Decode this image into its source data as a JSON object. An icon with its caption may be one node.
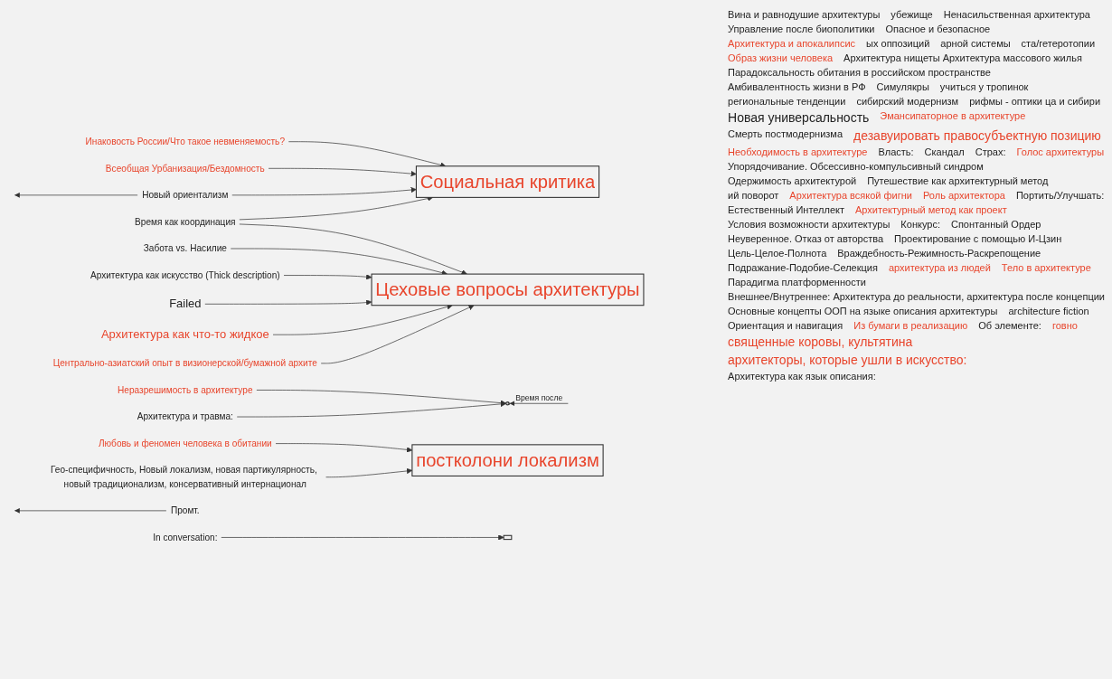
{
  "diagram": {
    "nodes": [
      {
        "text": [],
        "shape": "cloud"
      },
      {
        "text": [
          "Социальная критика"
        ]
      },
      {
        "text": [
          "постколони локализм"
        ]
      },
      {
        "text": [
          "Цеховые вопросы архитектуры"
        ]
      },
      {
        "text": [],
        "shape": "box"
      },
      {
        "text": [
          "Инаковость России/Что такое невменяемость?"
        ]
      },
      {
        "text": [
          "Всеобщая Урбанизация/Бездомность"
        ]
      },
      {
        "text": [
          "Новый ориентализм"
        ]
      },
      {
        "text": [
          "Время как координация"
        ]
      },
      {
        "text": [
          "Неразрешимость в архитектуре"
        ]
      },
      {
        "text": [
          "Любовь и феномен человека в обитании"
        ]
      },
      {
        "text": [
          "Гео-специфичность, Новый локализм, новая партикулярность, новый традиционализм, консервативный интернационал"
        ]
      },
      {
        "text": [
          "Забота vs. Насилие"
        ]
      },
      {
        "text": [
          "Архитектура как искусство (Thick description)"
        ]
      },
      {
        "text": [
          "Failed"
        ]
      },
      {
        "text": [
          "Архитектура как что-то жидкое"
        ]
      },
      {
        "text": [
          "Центрально-азиатский опыт в визионерской/бумажной архите"
        ]
      },
      {
        "text": [
          "In conversation:"
        ]
      },
      {
        "text": [
          "Промт."
        ]
      },
      {
        "text": [
          "Архитектура и травма:"
        ]
      }
    ],
    "edges": [
      {
        "from": null,
        "to": 0,
        "arrow": "to",
        "label": "Время после"
      },
      {
        "from": 5,
        "to": 1,
        "arrow": "to"
      },
      {
        "from": 6,
        "to": 1,
        "arrow": "to"
      },
      {
        "from": 7,
        "to": 1,
        "arrow": "to"
      },
      {
        "from": 7,
        "to": null,
        "arrow": "to"
      },
      {
        "from": 8,
        "to": 1,
        "arrow": "to"
      },
      {
        "from": 8,
        "to": 3,
        "arrow": "to"
      },
      {
        "from": 9,
        "to": 0,
        "arrow": "to"
      },
      {
        "from": 10,
        "to": 2,
        "arrow": "to"
      },
      {
        "from": 11,
        "to": 2,
        "arrow": "to"
      },
      {
        "from": 12,
        "to": 3,
        "arrow": "to"
      },
      {
        "from": 13,
        "to": 3,
        "arrow": "to"
      },
      {
        "from": 14,
        "to": 3,
        "arrow": "to"
      },
      {
        "from": 15,
        "to": 3,
        "arrow": "to"
      },
      {
        "from": 16,
        "to": 3,
        "arrow": "to"
      },
      {
        "from": 19,
        "to": 0,
        "arrow": "to"
      },
      {
        "from": 17,
        "to": 4,
        "arrow": "to"
      },
      {
        "from": 18,
        "to": null,
        "arrow": "to"
      }
    ],
    "labels": [
      "Вина и равнодушие архитектуры",
      "убежище",
      "Ненасильственная архитектура",
      "Управление после биополитики",
      "Опасное и безопасное",
      "Архитектура и апокалипсис",
      "ых оппозиций",
      "арной системы",
      "ста/гетеротопии",
      "Образ жизни человека",
      "Архитектура нищеты Архитектура массового жилья",
      "Парадоксальность обитания в российском пространстве",
      "Амбивалентность жизни в РФ",
      "Симулякры",
      "учиться у тропинок",
      "региональные тенденции",
      "сибирский модернизм",
      "рифмы - оптики ца и сибири",
      "Новая универсальность",
      "Эмансипаторное в архитектуре",
      "Смерть постмодернизма",
      "дезавуировать правосубъектную позицию",
      "Необходимость в архитектуре",
      "Власть:",
      "Скандал",
      "Страх:",
      "Голос архитектуры",
      "Упорядочивание. Обсессивно-компульсивный синдром",
      "Одержимость архитектурой",
      "Путешествие как архитектурный метод",
      "ий поворот",
      "Архитектура всякой фигни",
      "Роль архитектора",
      "Портить/Улучшать:",
      "Естественный Интеллект",
      "Архитектурный метод как проект",
      "Условия возможности архитектуры",
      "Конкурс:",
      "Спонтанный Ордер",
      "Неуверенное. Отказ от авторства",
      "Проектирование с помощью И-Цзин",
      "Цель-Целое-Полнота",
      "Враждебность-Режимность-Раскрепощение",
      "Подражание-Подобие-Селекция",
      "архитектура из людей",
      "Тело в архитектуре",
      "Парадигма платформенности",
      "Внешнее/Внутреннее: Архитектура до реальности, архитектура после концепции",
      "Основные концепты ООП  на языке описания архитектуры",
      "architecture fiction",
      "Ориентация и навигация",
      "Из бумаги в реализацию",
      "Об элементе:",
      "говно",
      "священные коровы, культятина",
      "архитекторы, которые ушли в искусство:",
      "Архитектура как язык описания:"
    ]
  }
}
